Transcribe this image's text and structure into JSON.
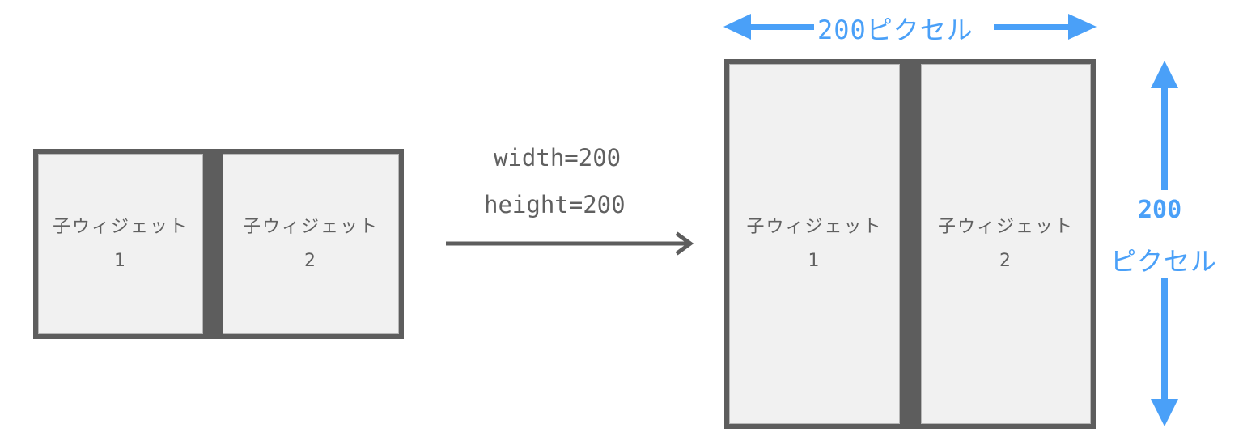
{
  "before": {
    "children": [
      {
        "label": "子ウィジェット",
        "number": "1"
      },
      {
        "label": "子ウィジェット",
        "number": "2"
      }
    ]
  },
  "transition": {
    "width_param": "width=200",
    "height_param": "height=200",
    "arrow_icon": "arrow-right-icon"
  },
  "after": {
    "children": [
      {
        "label": "子ウィジェット",
        "number": "1"
      },
      {
        "label": "子ウィジェット",
        "number": "2"
      }
    ],
    "width_annotation": "200ピクセル",
    "height_annotation_value": "200",
    "height_annotation_unit": "ピクセル"
  },
  "colors": {
    "frame": "#5d5d5d",
    "child_fill": "#f1f1f1",
    "text": "#606060",
    "accent_blue": "#4aa0f8"
  }
}
